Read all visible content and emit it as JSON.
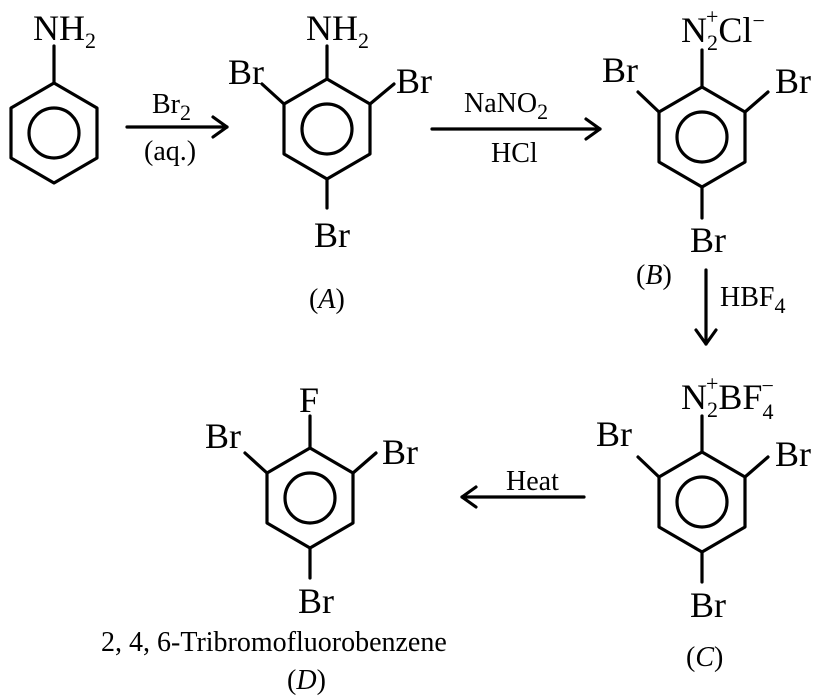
{
  "aniline": {
    "group": "NH",
    "group_sub": "2"
  },
  "step1": {
    "reagent": "Br",
    "reagent_sub": "2",
    "condition": "(aq.)"
  },
  "compoundA": {
    "group": "NH",
    "group_sub": "2",
    "sub_left": "Br",
    "sub_right": "Br",
    "sub_para": "Br",
    "label": "A"
  },
  "step2": {
    "reagent": "NaNO",
    "reagent_sub": "2",
    "condition": "HCl"
  },
  "compoundB": {
    "group": "N",
    "group_sub": "2",
    "group_sup": "+",
    "counter": "Cl",
    "counter_sup": "−",
    "sub_left": "Br",
    "sub_right": "Br",
    "sub_para": "Br",
    "label": "B"
  },
  "step3": {
    "reagent": "HBF",
    "reagent_sub": "4"
  },
  "compoundC": {
    "group": "N",
    "group_sub": "2",
    "group_sup": "+",
    "counter": "BF",
    "counter_sub": "4",
    "counter_sup": "−",
    "sub_left": "Br",
    "sub_right": "Br",
    "sub_para": "Br",
    "label": "C"
  },
  "step4": {
    "reagent": "Heat"
  },
  "compoundD": {
    "group": "F",
    "sub_left": "Br",
    "sub_right": "Br",
    "sub_para": "Br",
    "name": "2, 4, 6-Tribromofluorobenzene",
    "label": "D"
  }
}
